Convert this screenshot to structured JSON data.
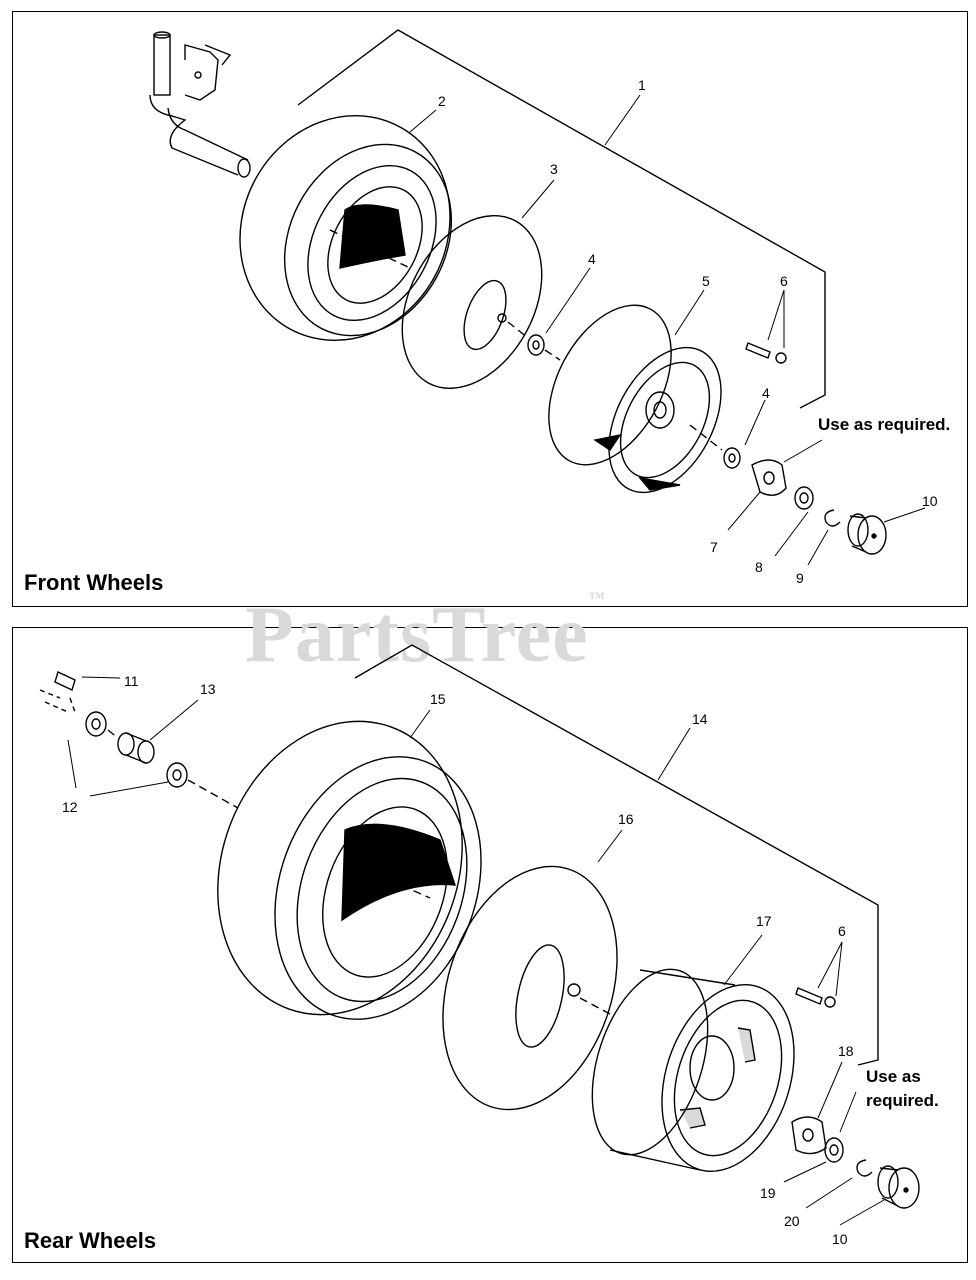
{
  "watermark": {
    "text": "PartsTree",
    "mark": "™"
  },
  "front": {
    "title": "Front Wheels",
    "note": "Use as required.",
    "callouts": [
      "1",
      "2",
      "3",
      "4",
      "5",
      "6",
      "4",
      "7",
      "8",
      "9",
      "10"
    ]
  },
  "rear": {
    "title": "Rear Wheels",
    "note_line1": "Use as",
    "note_line2": "required.",
    "callouts": [
      "11",
      "13",
      "15",
      "14",
      "12",
      "16",
      "17",
      "6",
      "18",
      "19",
      "20",
      "10"
    ]
  },
  "colors": {
    "line": "#000000",
    "watermark": "#d9d9d9",
    "background": "#ffffff"
  }
}
